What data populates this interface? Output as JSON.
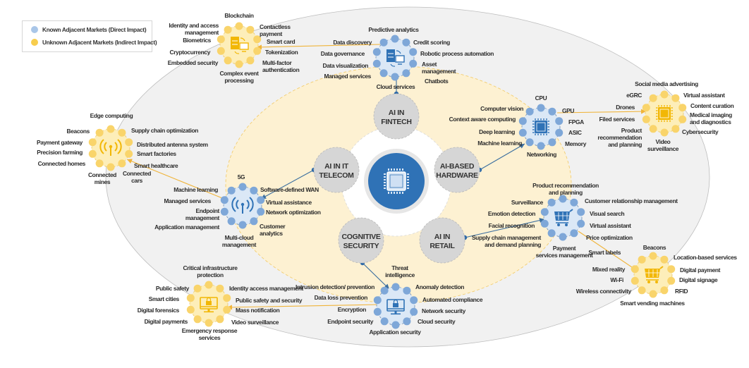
{
  "colors": {
    "known": "#a9c6e8",
    "known_node": "#7ea7d8",
    "known_fill": "#dbe8f6",
    "unknown": "#f7cd4d",
    "unknown_node": "#f9d46b",
    "unknown_fill": "#fdeeb9",
    "center_blue": "#2f72b6",
    "hub_grey": "#d6d6d6",
    "outer_ellipse": "#f0f0f0",
    "inner_ellipse": "#fdf1d2",
    "connector_blue": "#3a6e9f",
    "connector_yellow": "#f0b43a"
  },
  "legend": {
    "known_label": "Known Adjacent Markets (Direct Impact)",
    "unknown_label": "Unknown Adjacent Markets (Indirect Impact)"
  },
  "center": {
    "icon": "chip-icon"
  },
  "hubs": [
    {
      "id": "fintech",
      "line1": "AI IN",
      "line2": "FINTECH"
    },
    {
      "id": "hardware",
      "line1": "AI-BASED",
      "line2": "HARDWARE"
    },
    {
      "id": "retail",
      "line1": "AI IN",
      "line2": "RETAIL"
    },
    {
      "id": "security",
      "line1": "COGNITIVE",
      "line2": "SECURITY"
    },
    {
      "id": "telecom",
      "line1": "AI IN IT",
      "line2": "TELECOM"
    }
  ],
  "clusters": [
    {
      "id": "fintech-known",
      "type": "known",
      "icon": "data-transfer-icon",
      "labels": [
        "Predictive analytics",
        "Data discovery",
        "Credit scoring",
        "Data governance",
        "Robotic process automation",
        "Data visualization",
        "Asset management",
        "Managed services",
        "Chatbots",
        "Cloud services"
      ]
    },
    {
      "id": "fintech-unknown",
      "type": "unknown",
      "icon": "data-transfer-icon",
      "labels": [
        "Blockchain",
        "Identity and access management",
        "Biometrics",
        "Contactless payment",
        "Smart card",
        "Cryptocurrency",
        "Tokenization",
        "Embedded security",
        "Multi-factor authentication",
        "Complex event processing"
      ]
    },
    {
      "id": "hardware-known",
      "type": "known",
      "icon": "chip-icon",
      "labels": [
        "CPU",
        "Computer vision",
        "GPU",
        "Context aware computing",
        "FPGA",
        "Deep learning",
        "ASIC",
        "Machine learning",
        "Memory",
        "Networking"
      ]
    },
    {
      "id": "hardware-unknown",
      "type": "unknown",
      "icon": "chip-icon",
      "labels": [
        "Social media advertising",
        "eGRC",
        "Virtual assistant",
        "Drones",
        "Content curation",
        "Filed services",
        "Medical imaging and diagnostics",
        "Product recommendation and planning",
        "Cybersecurity",
        "Video surveillance"
      ]
    },
    {
      "id": "telecom-known",
      "type": "known",
      "icon": "antenna-icon",
      "labels": [
        "5G",
        "Machine learning",
        "Software-defined WAN",
        "Managed services",
        "Virtual assistance",
        "Endpoint management",
        "Network optimization",
        "Application management",
        "Customer analytics",
        "Multi-cloud management"
      ]
    },
    {
      "id": "telecom-unknown",
      "type": "unknown",
      "icon": "antenna-icon",
      "labels": [
        "Edge computing",
        "Beacons",
        "Supply chain optimization",
        "Payment gateway",
        "Distributed antenna system",
        "Precision farming",
        "Smart factories",
        "Connected homes",
        "Smart healthcare",
        "Connected mines",
        "Connected cars"
      ]
    },
    {
      "id": "retail-known",
      "type": "known",
      "icon": "shopping-cart-icon",
      "labels": [
        "Product recommendation and planning",
        "Surveillance",
        "Customer relationship management",
        "Emotion detection",
        "Visual search",
        "Facial recognition",
        "Virtual assistant",
        "Supply chain management and demand planning",
        "Price optimization",
        "Payment services management"
      ]
    },
    {
      "id": "retail-unknown",
      "type": "unknown",
      "icon": "shopping-cart-icon",
      "labels": [
        "Smart labels",
        "Beacons",
        "Location-based services",
        "Mixed reality",
        "Digital payment",
        "Wi-Fi",
        "Digital signage",
        "Wireless connectivity",
        "RFID",
        "Smart vending machines"
      ]
    },
    {
      "id": "security-known",
      "type": "known",
      "icon": "monitor-lock-icon",
      "labels": [
        "Threat intelligence",
        "Intrusion detection/ prevention",
        "Anomaly detection",
        "Data loss prevention",
        "Automated compliance",
        "Encryption",
        "Network security",
        "Endpoint security",
        "Cloud security",
        "Application security"
      ]
    },
    {
      "id": "security-unknown",
      "type": "unknown",
      "icon": "monitor-lock-icon",
      "labels": [
        "Critical infrastructure protection",
        "Public safety",
        "Identity access management",
        "Smart cities",
        "Public safety and security",
        "Digital forensics",
        "Mass notification",
        "Digital payments",
        "Video surveillance",
        "Emergency response services"
      ]
    }
  ]
}
